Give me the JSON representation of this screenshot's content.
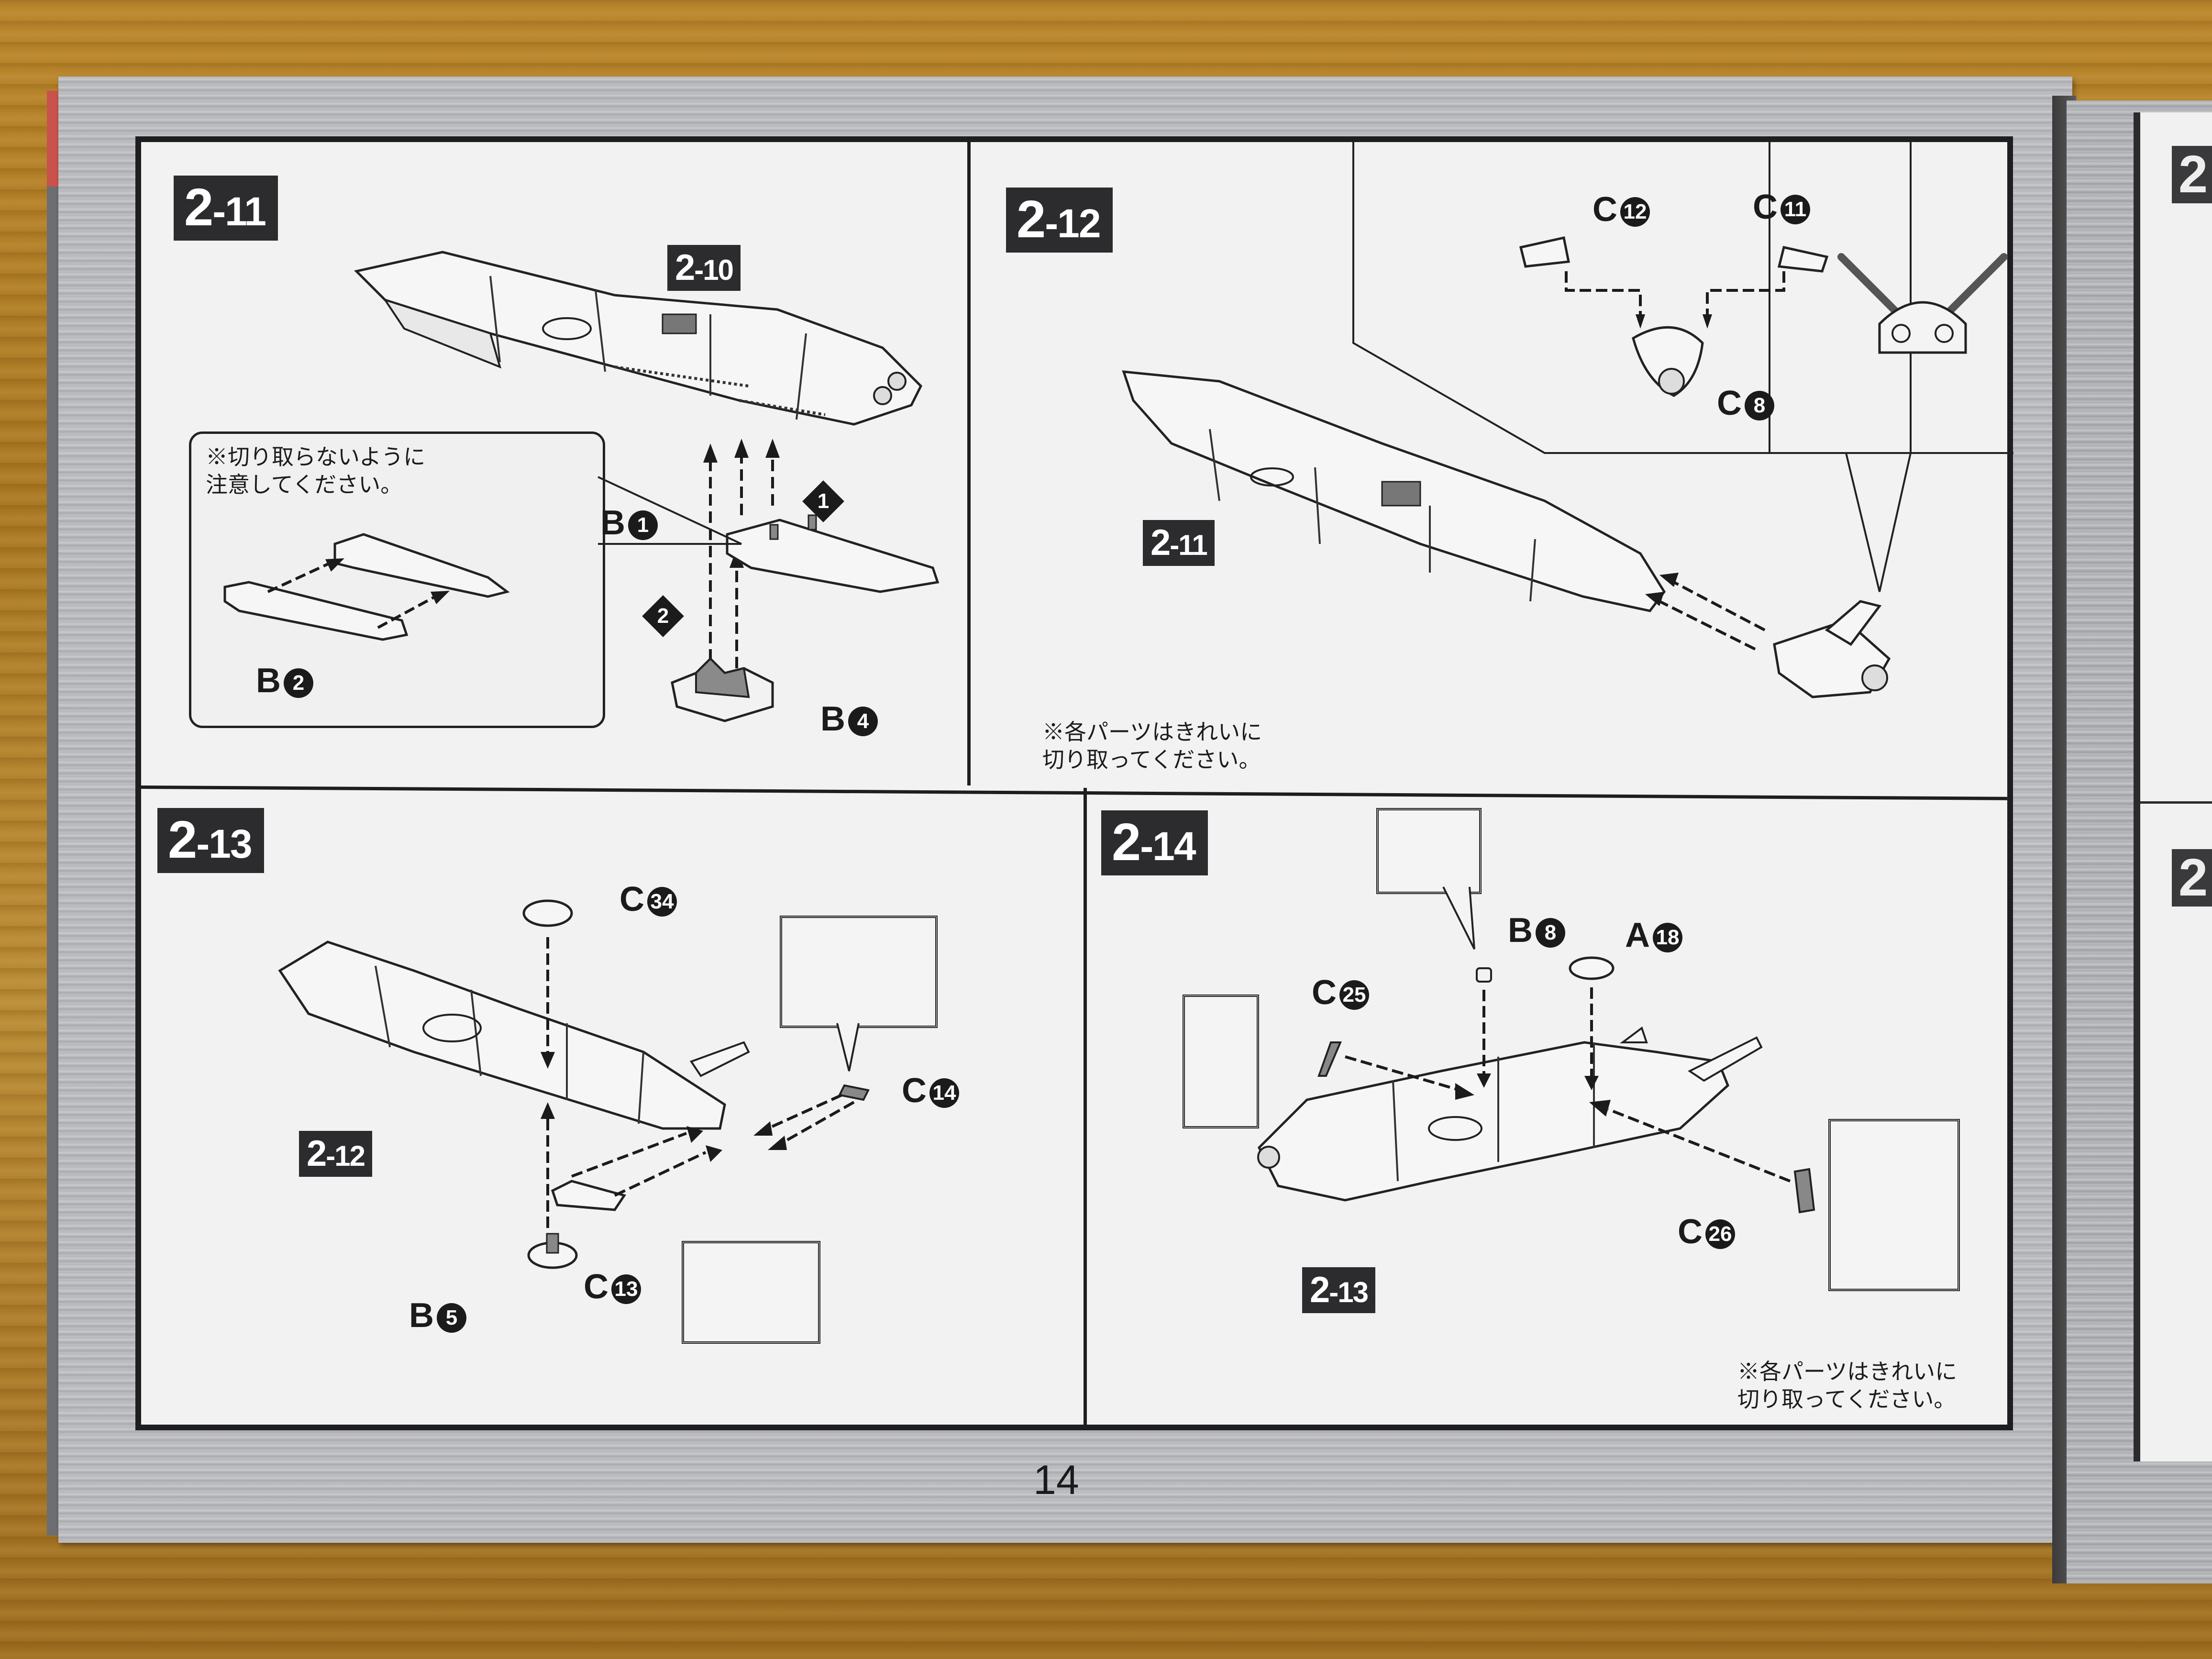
{
  "document": {
    "type": "model kit assembly instructions",
    "page_number": "14",
    "colors": {
      "ink": "#1e1e20",
      "paper": "#f2f2f2",
      "frame_gray": "#b5b6ba",
      "edge_red": "#c9524c",
      "table_wood": "#a87722"
    }
  },
  "steps": [
    {
      "id": "2-11",
      "tag_main": "2",
      "tag_sub": "-11",
      "ref_prev": {
        "main": "2",
        "sub": "-10"
      },
      "sub_steps": [
        "1",
        "2"
      ],
      "parts": [
        {
          "letter": "B",
          "num": "1"
        },
        {
          "letter": "B",
          "num": "2"
        },
        {
          "letter": "B",
          "num": "4"
        }
      ],
      "note": "※切り取らないように\n注意してください。"
    },
    {
      "id": "2-12",
      "tag_main": "2",
      "tag_sub": "-12",
      "ref_prev": {
        "main": "2",
        "sub": "-11"
      },
      "parts": [
        {
          "letter": "C",
          "num": "12"
        },
        {
          "letter": "C",
          "num": "11"
        },
        {
          "letter": "C",
          "num": "8"
        }
      ],
      "note": "※各パーツはきれいに\n切り取ってください。"
    },
    {
      "id": "2-13",
      "tag_main": "2",
      "tag_sub": "-13",
      "ref_prev": {
        "main": "2",
        "sub": "-12"
      },
      "parts": [
        {
          "letter": "C",
          "num": "34"
        },
        {
          "letter": "C",
          "num": "14"
        },
        {
          "letter": "C",
          "num": "13"
        },
        {
          "letter": "B",
          "num": "5"
        }
      ]
    },
    {
      "id": "2-14",
      "tag_main": "2",
      "tag_sub": "-14",
      "ref_prev": {
        "main": "2",
        "sub": "-13"
      },
      "parts": [
        {
          "letter": "B",
          "num": "8"
        },
        {
          "letter": "A",
          "num": "18"
        },
        {
          "letter": "C",
          "num": "25"
        },
        {
          "letter": "C",
          "num": "26"
        }
      ],
      "note": "※各パーツはきれいに\n切り取ってください。"
    }
  ],
  "right_page": {
    "tags": [
      "2",
      "2"
    ]
  }
}
